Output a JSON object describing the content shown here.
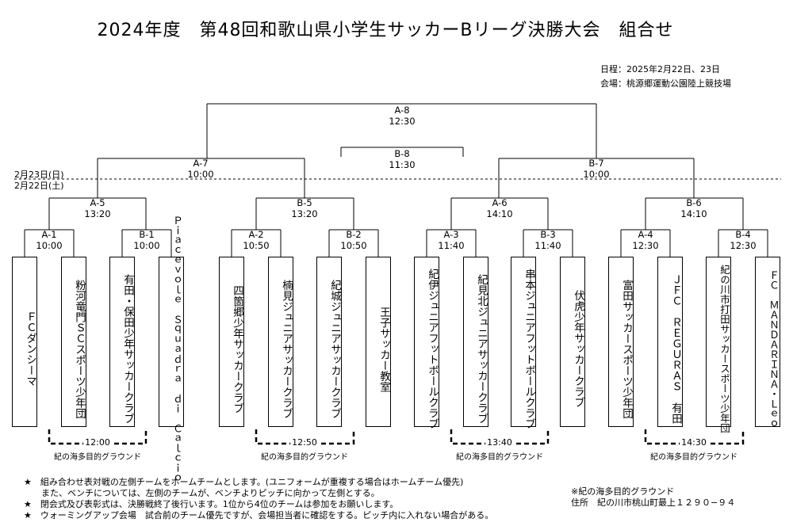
{
  "title": "2024年度　第48回和歌山県小学生サッカーBリーグ決勝大会　組合せ",
  "schedule": "日程：2025年2月22日、23日",
  "venue": "会場：桃源郷運動公園陸上競技場",
  "day2": "2月23日(日)",
  "day1": "2月22日(土)",
  "matches": {
    "A8": {
      "code": "A-8",
      "time": "12:30"
    },
    "B8": {
      "code": "B-8",
      "time": "11:30"
    },
    "A7": {
      "code": "A-7",
      "time": "10:00"
    },
    "B7": {
      "code": "B-7",
      "time": "10:00"
    },
    "A5": {
      "code": "A-5",
      "time": "13:20"
    },
    "B5": {
      "code": "B-5",
      "time": "13:20"
    },
    "A6": {
      "code": "A-6",
      "time": "14:10"
    },
    "B6": {
      "code": "B-6",
      "time": "14:10"
    },
    "A1": {
      "code": "A-1",
      "time": "10:00"
    },
    "B1": {
      "code": "B-1",
      "time": "10:00"
    },
    "A2": {
      "code": "A-2",
      "time": "10:50"
    },
    "B2": {
      "code": "B-2",
      "time": "10:50"
    },
    "A3": {
      "code": "A-3",
      "time": "11:40"
    },
    "B3": {
      "code": "B-3",
      "time": "11:40"
    },
    "A4": {
      "code": "A-4",
      "time": "12:30"
    },
    "B4": {
      "code": "B-4",
      "time": "12:30"
    }
  },
  "teams": [
    "ＦＣダンシーマ",
    "粉河竜門ＳＣスポーツ少年団",
    "有田・保田少年サッカークラブ",
    "Ｐｉａｃｅｖｏｌｅ　Ｓｑｕａｄｒａ　ｄｉ　Ｃａｌｃｉｏ",
    "四箇郷少年サッカークラブ",
    "楠見ジュニアサッカークラブ",
    "紀城ジュニアサッカークラブ",
    "王子サッカー教室",
    "紀伊ジュニアフットボールクラブ",
    "紀見北ジュニアサッカークラブ",
    "串本ジュニアフットボールクラブ",
    "伏虎少年サッカークラブ",
    "富田サッカースポーツ少年団",
    "ＪＦＣ　ＲＥＧＵＲＡＳ　有田",
    "紀の川市打田サッカースポーツ少年団",
    "ＦＣ　ＭＡＮＤＡＲＩＮＡ・Ｌｅｏ"
  ],
  "sub_sessions": [
    {
      "time": "12:00",
      "ground": "紀の海多目的グラウンド"
    },
    {
      "time": "12:50",
      "ground": "紀の海多目的グラウンド"
    },
    {
      "time": "13:40",
      "ground": "紀の海多目的グラウンド"
    },
    {
      "time": "14:30",
      "ground": "紀の海多目的グラウンド"
    }
  ],
  "notes": [
    "★　組み合わせ表対戦の左側チームをホームチームとします。(ユニフォームが重複する場合はホームチーム優先)",
    "　　また、ベンチについては、左側のチームが、ベンチよりピッチに向かって左側とする。",
    "★　閉会式及び表彰式は、決勝戦終了後行います。1位から4位のチームは参加をお願いします。",
    "★　ウォーミングアップ会場　試合前のチーム優先ですが、会場担当者に確認をする。ピッチ内に入れない場合がある。"
  ],
  "footnote": {
    "line1": "※紀の海多目的グラウンド",
    "line2": "住所　紀の川市桃山町最上１２９０−９４"
  }
}
